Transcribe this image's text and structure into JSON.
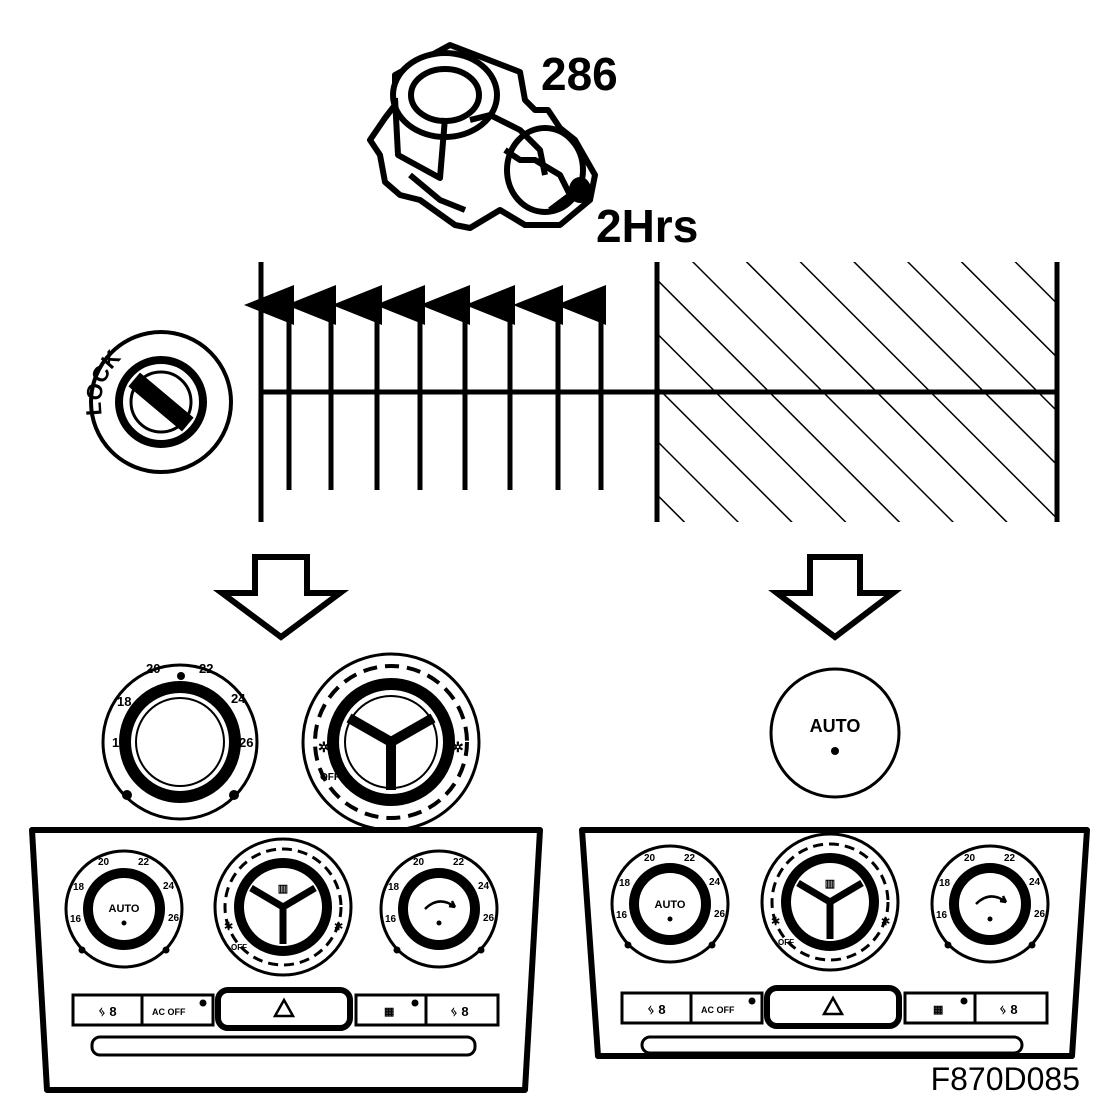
{
  "callouts": {
    "part_number": "286",
    "duration": "2Hrs",
    "figure_id": "F870D085"
  },
  "ignition": {
    "label": "LOCK"
  },
  "controls": {
    "auto_label": "AUTO",
    "ac_off_label": "AC OFF",
    "fan_off_label": "OFF",
    "temp_scale": [
      "16",
      "18",
      "20",
      "22",
      "24",
      "26"
    ]
  },
  "colors": {
    "ink": "#000000",
    "paper": "#ffffff"
  },
  "icons": [
    "lock-cylinder-icon",
    "sensor-component-icon",
    "hazard-triangle-icon",
    "seat-heater-icon",
    "rear-defrost-icon",
    "recirculation-icon",
    "fan-icon"
  ]
}
